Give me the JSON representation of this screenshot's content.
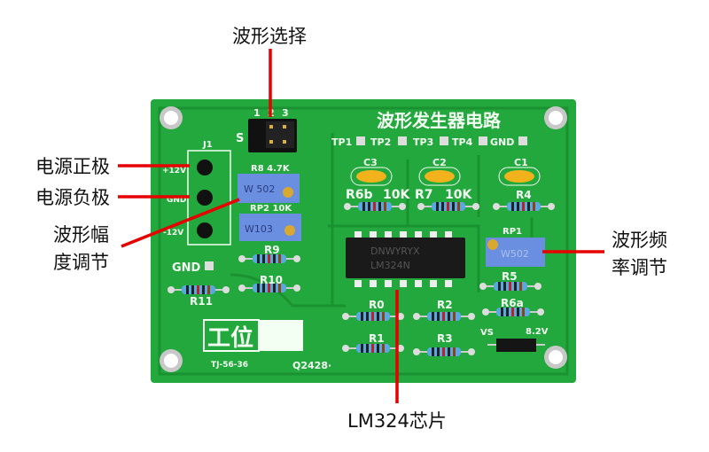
{
  "colors": {
    "pcb": "#22a83c",
    "trace": "#1b9232",
    "silkscreen": "#f4fff4",
    "annotation_line": "#e60000",
    "potentiometer": "#6b8fe0",
    "capacitor": "#f2b21c"
  },
  "annotations": {
    "waveform_select": "波形选择",
    "power_positive": "电源正极",
    "power_negative": "电源负极",
    "amplitude_adjust_line1": "波形幅",
    "amplitude_adjust_line2": "度调节",
    "frequency_adjust_line1": "波形频",
    "frequency_adjust_line2": "率调节",
    "chip": "LM324芯片"
  },
  "board": {
    "title": "波形发生器电路",
    "jumper_pins": [
      "1",
      "2",
      "3"
    ],
    "jumper_label": "S",
    "test_points": [
      "TP1",
      "TP2",
      "TP3",
      "TP4",
      "GND"
    ],
    "connector": {
      "label": "J1",
      "pins": [
        "+12V",
        "GND",
        "-12V"
      ]
    },
    "pots": [
      {
        "ref": "R8 4.7K",
        "marking": "W 502"
      },
      {
        "ref": "RP2 10K",
        "marking": "W103"
      },
      {
        "ref": "RP1",
        "marking": "W502"
      }
    ],
    "capacitors": [
      "C3",
      "C2",
      "C1"
    ],
    "resistors": {
      "r6b": "R6b",
      "r6b_val": "10K",
      "r7": "R7",
      "r7_val": "10K",
      "r4": "R4",
      "r9": "R9",
      "r10": "R10",
      "r11": "R11",
      "r5": "R5",
      "r6a": "R6a",
      "r0": "R0",
      "r2": "R2",
      "r1": "R1",
      "r3": "R3"
    },
    "gnd_label": "GND",
    "ic": {
      "brand": "DNWYRYX",
      "part": "LM324N"
    },
    "diode": {
      "label": "VS",
      "value": "8.2V"
    },
    "station_label": "工位",
    "code1": "TJ-56-36",
    "code2": "Q2428·"
  }
}
